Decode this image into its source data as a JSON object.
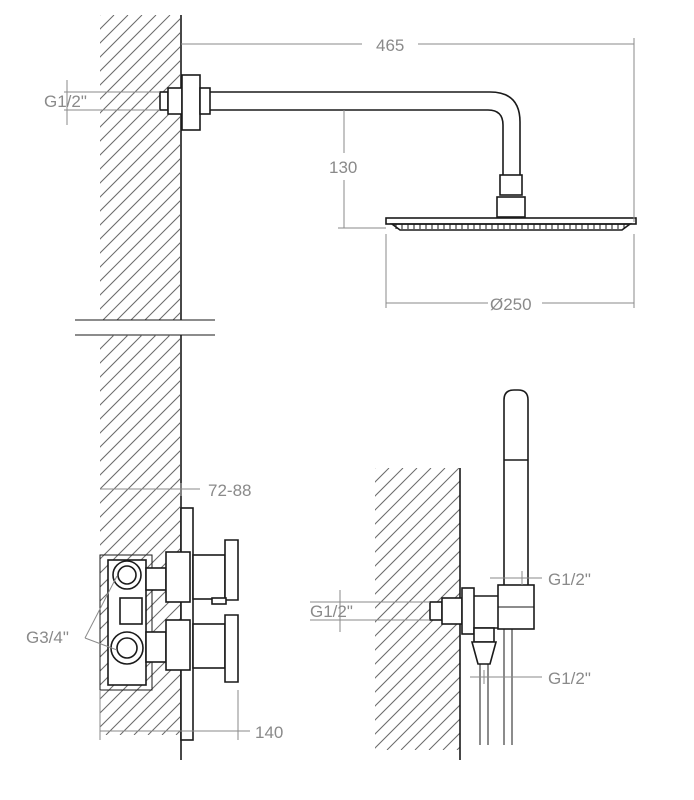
{
  "dimensions": {
    "arm_length": "465",
    "arm_drop": "130",
    "head_diameter": "Ø250",
    "arm_thread": "G1/2\"",
    "wall_depth": "72-88",
    "valve_depth": "140",
    "valve_thread": "G3/4\"",
    "outlet_thread": "G1/2\"",
    "holder_thread_top": "G1/2\"",
    "holder_thread_bottom": "G1/2\""
  },
  "colors": {
    "line": "#1a1a1a",
    "dimension": "#8a8a8a",
    "background": "#ffffff"
  }
}
